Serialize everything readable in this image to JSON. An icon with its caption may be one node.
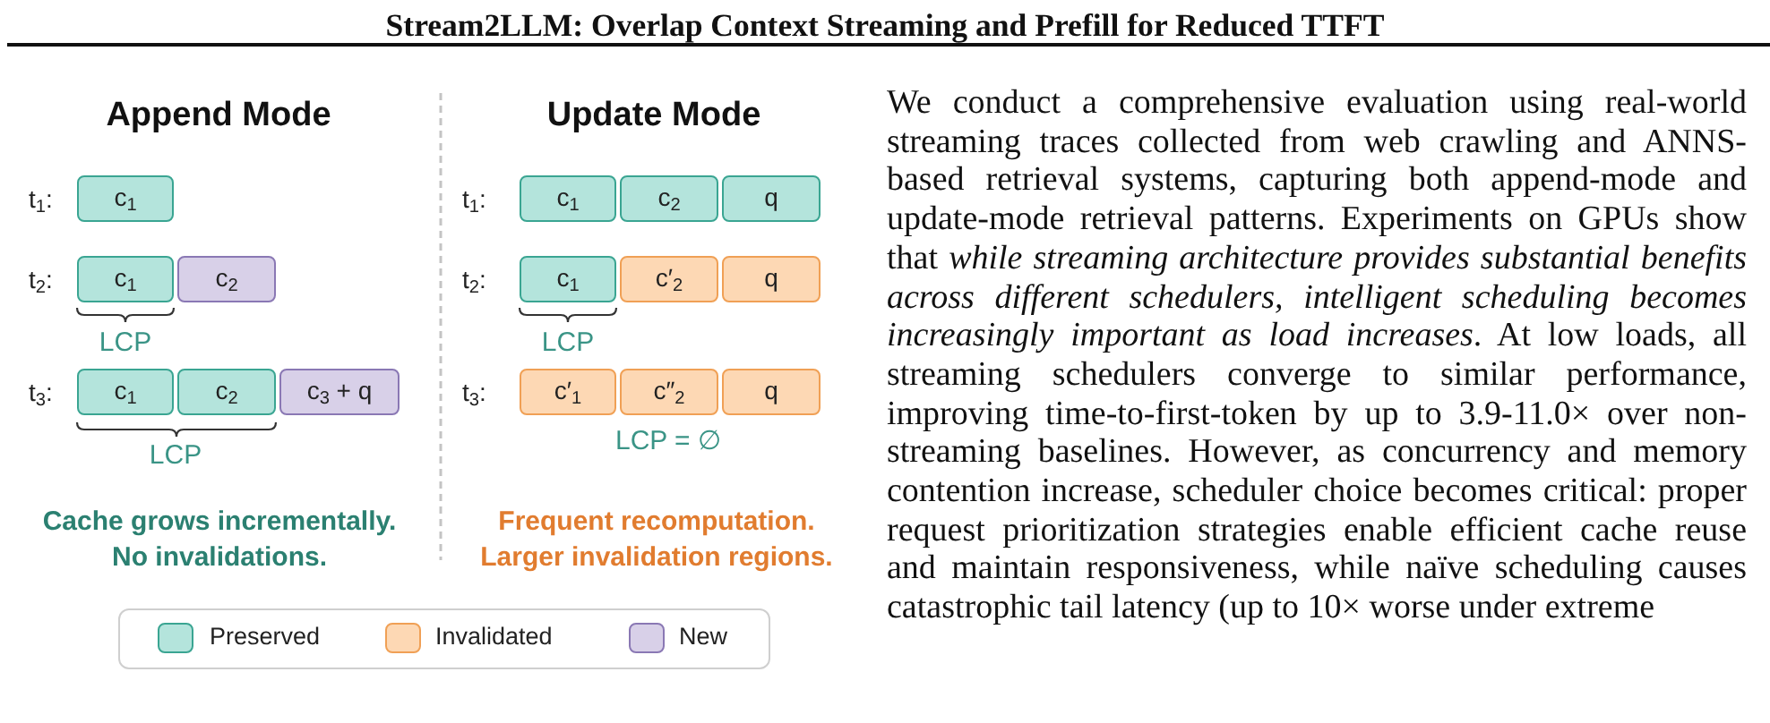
{
  "diagram": {
    "title": "Stream2LLM: Overlap Context Streaming and Prefill for Reduced TTFT",
    "nodes": [
      {
        "text": [
          "c$_{1}$"
        ]
      },
      {
        "text": [
          "c$_{1}$"
        ]
      },
      {
        "text": [
          "c$_{2}$"
        ]
      },
      {
        "text": [
          "c$_{1}$"
        ]
      },
      {
        "text": [
          "c$_{2}$"
        ]
      },
      {
        "text": [
          "c$_{3}$ + q"
        ]
      },
      {
        "text": [
          "c$_{1}$"
        ]
      },
      {
        "text": [
          "c$_{2}$"
        ]
      },
      {
        "text": [
          "q"
        ]
      },
      {
        "text": [
          "c$_{1}$"
        ]
      },
      {
        "text": [
          "c′$_{2}$"
        ]
      },
      {
        "text": [
          "q"
        ]
      },
      {
        "text": [
          "c′$_{1}$"
        ]
      },
      {
        "text": [
          "c″$_{2}$"
        ]
      },
      {
        "text": [
          "q"
        ]
      }
    ],
    "labels": [
      "Append Mode",
      "t$_{1}$:",
      "t$_{2}$:",
      "LCP",
      "t$_{3}$:",
      "LCP",
      "Cache grows incrementally. No invalidations.",
      "Update Mode",
      "t$_{1}$:",
      "t$_{2}$:",
      "LCP",
      "t$_{3}$:",
      "LCP = ∅",
      "Frequent recomputation. Larger invalidation regions.",
      "We conduct a comprehensive evaluation using real-world streaming traces collected from web crawling and ANNS-based retrieval systems, capturing both append-mode and update-mode retrieval patterns. Experiments on GPUs show that *while streaming architecture provides substantial benefits across different schedulers, intelligent scheduling becomes increasingly important as load increases*. At low loads, all streaming schedulers converge to similar performance, improving time-to-first-token by up to 3.9-11.0× over non-streaming baselines. However, as concurrency and memory contention increase, scheduler choice becomes critical: proper request prioritization strategies enable efficient cache reuse and maintain responsiveness, while naïve scheduling causes catastrophic tail latency (up to 10× worse under extreme"
    ],
    "legend": [
      {
        "text": "Preserved",
        "color": "#b4e4dc"
      },
      {
        "text": "Invalidated",
        "color": "#fdd8b4"
      },
      {
        "text": "New",
        "color": "#d8d0e8"
      }
    ]
  }
}
